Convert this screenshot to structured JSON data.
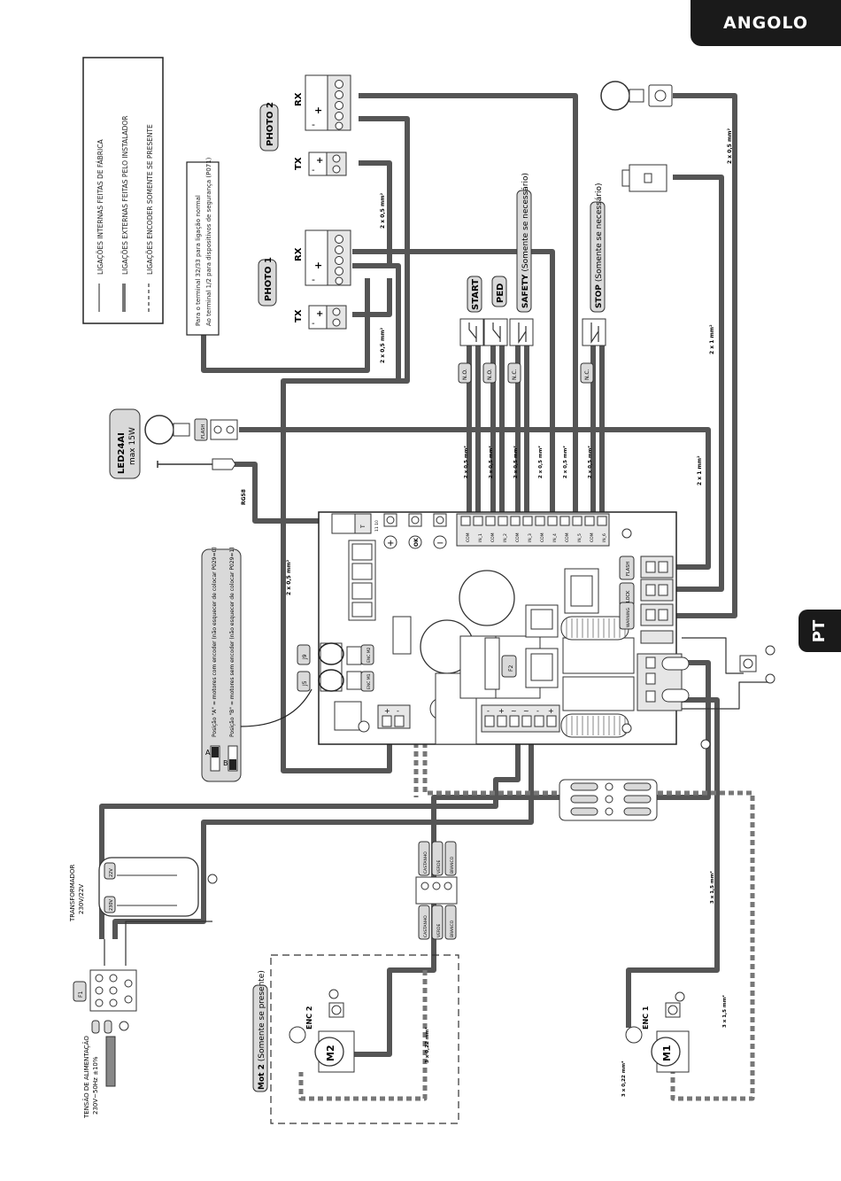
{
  "header": {
    "brand": "ANGOLO",
    "language_tab": "PT"
  },
  "colors": {
    "wire": "#777777",
    "accent_bg": "#d9d9d9",
    "tab_bg": "#1a1a1a"
  },
  "legend": {
    "factory": "LIGAÇÕES INTERNAS FEITAS DE FÁBRICA",
    "installer": "LIGAÇÕES EXTERNAS FEITAS PELO INSTALADOR",
    "encoder": "LIGAÇÕES ENCODER SOMENTE SE PRESENTE"
  },
  "note": {
    "line1": "Para o terminal 32/33 para ligação normal",
    "line2": "Ao terminal 1/2 para dispositivos de segurança (P071)"
  },
  "photo2": {
    "name": "PHOTO 2",
    "rx": "RX",
    "tx": "TX"
  },
  "photo1": {
    "name": "PHOTO 1",
    "rx": "RX",
    "tx": "TX"
  },
  "signs": {
    "minus": "-",
    "plus": "+"
  },
  "inputs": {
    "start": "START",
    "ped": "PED",
    "safety": "SAFETY",
    "safety_note": "(Somente se necessário)",
    "stop": "STOP",
    "stop_note": "(Somente se necessário)",
    "no1": "N.O.",
    "no2": "N.O.",
    "nc1": "N.C.",
    "nc2": "N.C."
  },
  "led": {
    "name": "LED24AI",
    "power": "max 15W",
    "flash_tag": "FLASH"
  },
  "cables": {
    "c_05a": "2 x 0,5 mm²",
    "c_05b": "2 x 0,5 mm²",
    "c_05c": "2 x 0,5 mm²",
    "c_05d": "2 x 0,5 mm²",
    "c_in1": "2 x 0,5 mm²",
    "c_in2": "2 x 0,5 mm²",
    "c_in3": "2 x 0,5 mm²",
    "c_in4": "2 x 0,5 mm²",
    "c_in5": "2 x 0,5 mm²",
    "c_in6": "2 x 0,5 mm²",
    "c_1a": "2 x 1 mm²",
    "c_1b": "2 x 1 mm²",
    "c_15a": "3 x 1,5 mm²",
    "c_15b": "3 x 1,5 mm²",
    "c_022a": "3 x 0,22 mm²",
    "c_022b": "3 x 0,22 mm²",
    "rg58": "RG58"
  },
  "board": {
    "term_t": "T",
    "t_nums": "11  10",
    "com1": "COM",
    "in1": "IN_1",
    "com2": "COM",
    "in2": "IN_2",
    "com3": "COM",
    "in3": "IN_3",
    "com4": "COM",
    "in4": "IN_4",
    "com5": "COM",
    "in5": "IN_5",
    "com6": "COM",
    "in6": "IN_6",
    "btn_plus": "+",
    "btn_ok": "OK",
    "btn_minus": "−",
    "flash": "FLASH",
    "lock": "LOCK",
    "warning": "WARNING",
    "f2": "F2",
    "j9": "J9",
    "j5": "J5",
    "enc1": "ENC M1",
    "enc2": "ENC M2",
    "tilde": "~"
  },
  "jumper": {
    "a_text": "Posição \"A\" = motores com encoder (não esquecer de colocar P029=0)",
    "b_text": "Posição \"B\" = motores sem encoder (não esquecer de colocar P029=1)",
    "label_a": "A",
    "label_b": "B"
  },
  "transformer": {
    "title": "TRANSFORMADOR",
    "spec": "230V/22V",
    "tap_22": "22V",
    "tap_230": "230V"
  },
  "mains": {
    "title": "TENSÃO DE ALIMENTAÇÃO",
    "spec": "230V~50Hz ±10%",
    "fuse": "F1"
  },
  "wires": {
    "castanho": "CASTANHO",
    "verde": "VERDE",
    "branco": "BRANCO",
    "castanho2": "CASTANHO",
    "verde2": "VERDE",
    "branco2": "BRANCO"
  },
  "motors": {
    "m1": "M1",
    "m2": "M2",
    "enc1": "ENC 1",
    "enc2": "ENC 2",
    "mot2": "Mot 2",
    "mot2_note": "(Somente se presente)"
  }
}
